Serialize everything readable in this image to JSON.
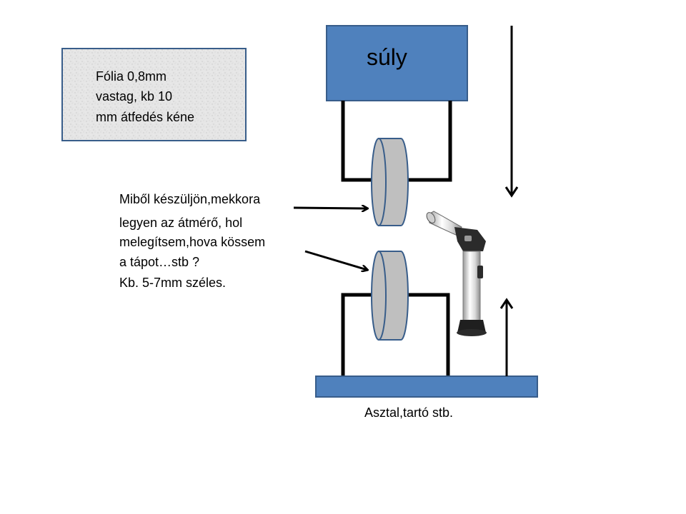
{
  "weight_box": {
    "label": "súly",
    "fill": "#4f81bd",
    "stroke": "#385d8a"
  },
  "note_box": {
    "lines": [
      "Fólia 0,8mm",
      "vastag, kb 10",
      "mm átfedés kéne"
    ],
    "fill": "#e8e8e8",
    "stroke": "#385d8a"
  },
  "question_text": {
    "lines": [
      "Miből készüljön,mekkora",
      "legyen az átmérő, hol",
      "melegítsem,hova kössem",
      "a tápot…stb ?",
      "Kb. 5-7mm széles."
    ]
  },
  "table_bar": {
    "label": "Asztal,tartó stb.",
    "fill": "#4f81bd",
    "stroke": "#385d8a"
  },
  "roller": {
    "fill": "#bfbfbf",
    "stroke": "#385d8a"
  },
  "icons": {
    "torch": "blow-torch-icon",
    "arrow_down": "arrow-down-icon",
    "arrow_up": "arrow-up-icon"
  }
}
